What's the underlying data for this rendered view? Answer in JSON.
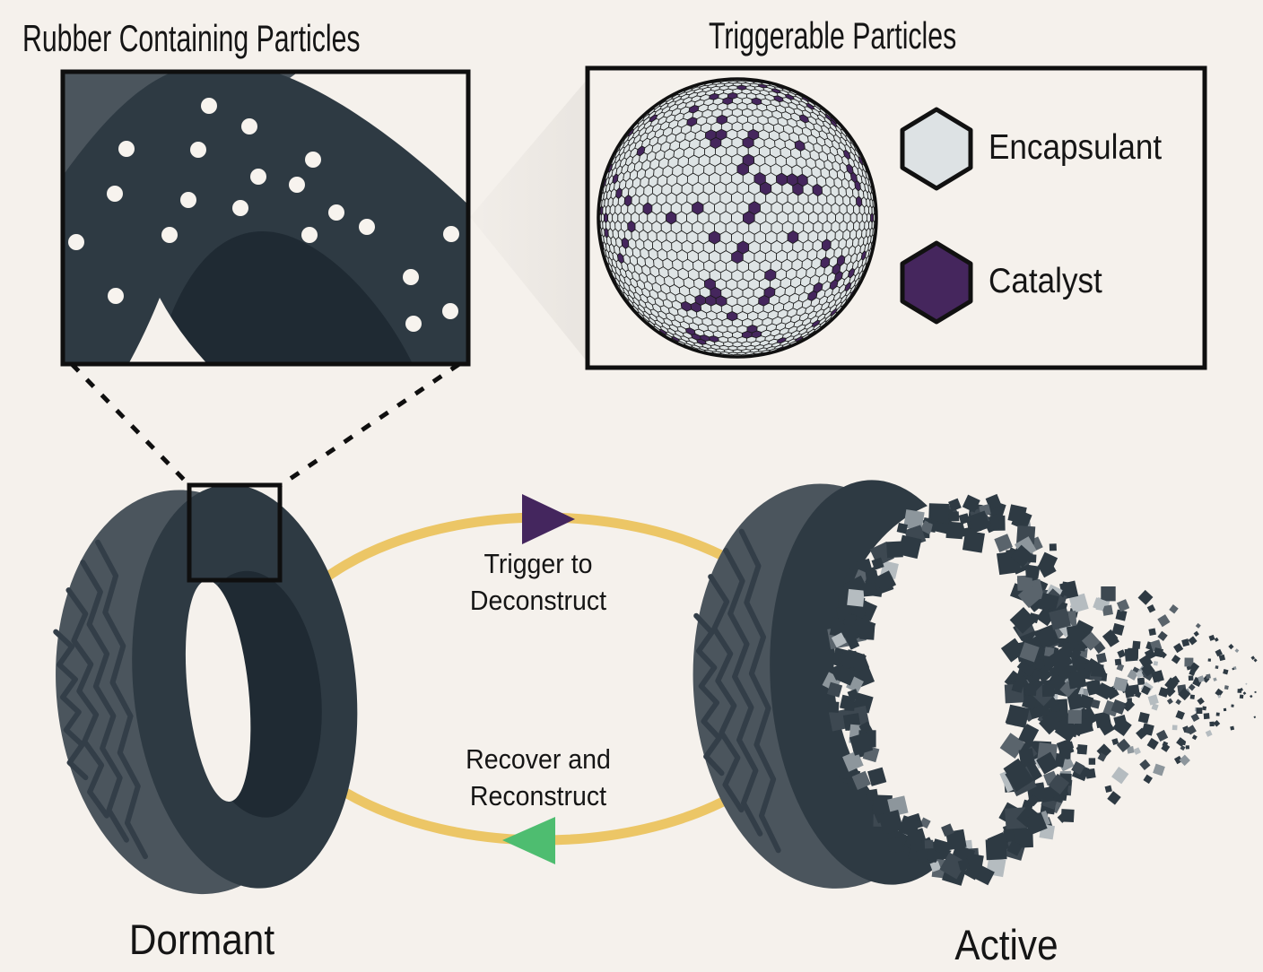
{
  "page": {
    "background": "#f5f1ec",
    "ink": "#151515"
  },
  "rubber_panel": {
    "title": "Rubber Containing Particles",
    "colors": {
      "tread": "#4b555d",
      "sidewall": "#2e3a43",
      "inner_rim": "#1f2a33",
      "particle_dot": "#f7f3ee",
      "border": "#0f0f0f"
    },
    "particle_dots": [
      [
        233,
        118
      ],
      [
        278,
        141
      ],
      [
        141,
        166
      ],
      [
        221,
        167
      ],
      [
        349,
        178
      ],
      [
        288,
        197
      ],
      [
        128,
        216
      ],
      [
        210,
        223
      ],
      [
        331,
        206
      ],
      [
        268,
        232
      ],
      [
        85,
        270
      ],
      [
        189,
        262
      ],
      [
        345,
        262
      ],
      [
        409,
        253
      ],
      [
        503,
        261
      ],
      [
        375,
        237
      ],
      [
        129,
        330
      ],
      [
        458,
        309
      ],
      [
        502,
        347
      ],
      [
        461,
        361
      ]
    ]
  },
  "triggerable_panel": {
    "title": "Triggerable Particles",
    "sphere": {
      "shell": "#dee4e5",
      "mesh_line": "#1a1a1a",
      "catalyst_fraction": 0.085
    },
    "legend": [
      {
        "label": "Encapsulant",
        "color": "#dde2e4"
      },
      {
        "label": "Catalyst",
        "color": "#45265d"
      }
    ]
  },
  "cycle": {
    "arc_color": "#ecc666",
    "deconstruct_arrow_color": "#44265e",
    "reconstruct_arrow_color": "#4ebd70",
    "top_label": [
      "Trigger to",
      "Deconstruct"
    ],
    "bottom_label": [
      "Recover and",
      "Reconstruct"
    ],
    "left_state": "Dormant",
    "right_state": "Active"
  },
  "tire": {
    "tread": "#4b555d",
    "sidewall": "#2e3a43",
    "inner_rim": "#1f2a33",
    "groove": "#333e48"
  },
  "debris": {
    "palette": [
      "#2e3a43",
      "#3d4851",
      "#5a646c",
      "#8d969c",
      "#b5bcc0"
    ],
    "weights": [
      0.7,
      0.12,
      0.08,
      0.06,
      0.04
    ],
    "ring_count": 240,
    "cone_count": 310,
    "seed": 7
  }
}
